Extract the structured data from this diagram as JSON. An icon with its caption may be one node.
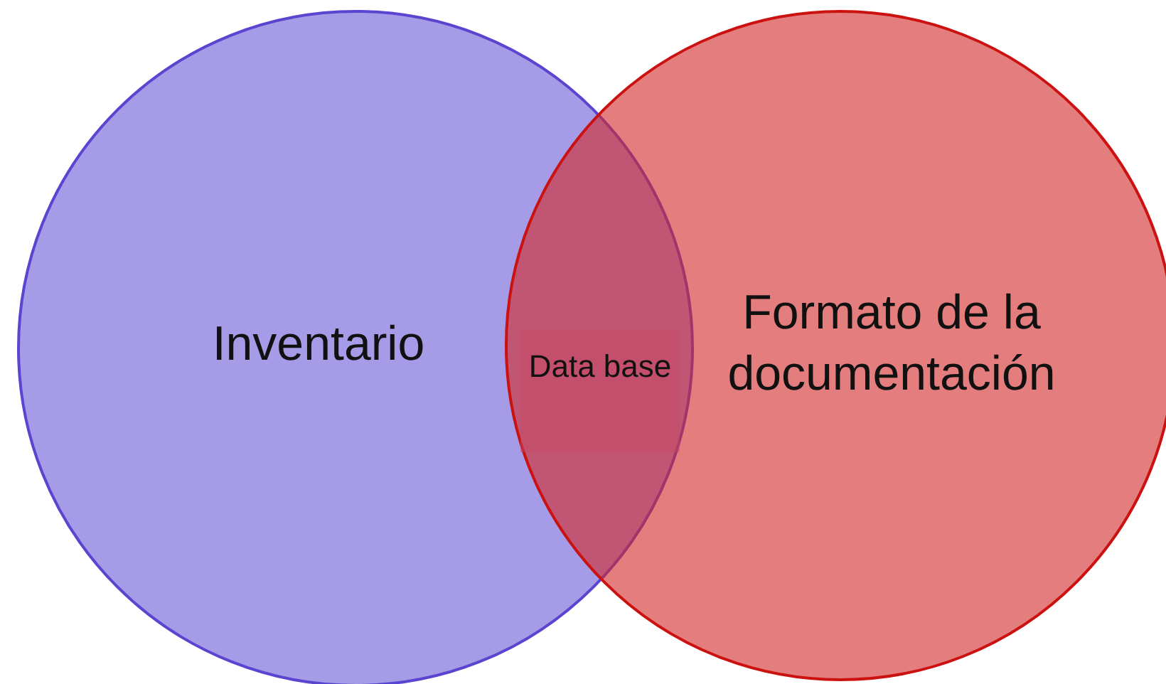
{
  "diagram": {
    "nodes": [
      {
        "text": [
          "Inventario"
        ]
      },
      {
        "text": [
          "Formato de la documentación"
        ]
      },
      {
        "text": [
          "Data base"
        ]
      }
    ],
    "edges": []
  }
}
